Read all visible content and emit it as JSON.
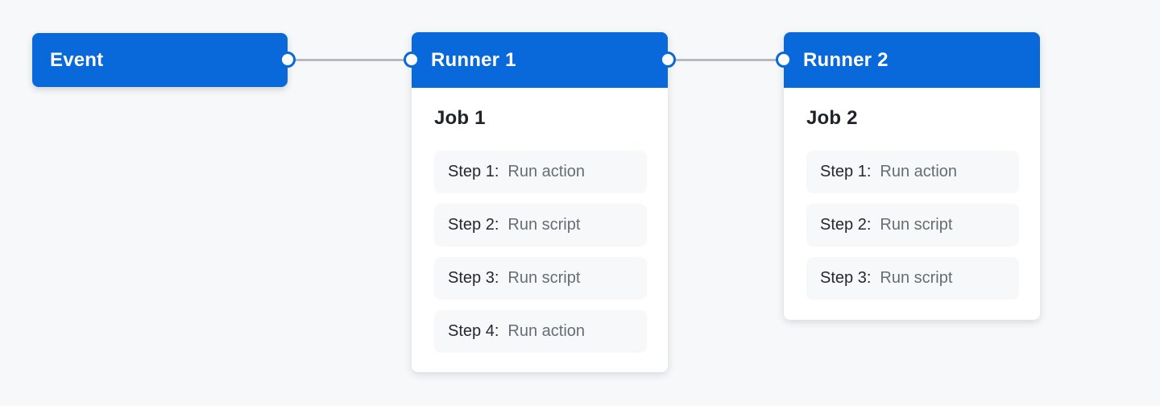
{
  "colors": {
    "page_bg": "#f6f8fa",
    "accent_blue": "#0969da",
    "card_bg": "#ffffff",
    "step_bg": "#f6f8fa",
    "title_text": "#ffffff",
    "heading_text": "#1f2328",
    "step_label_text": "#24292f",
    "step_value_text": "#656d76",
    "connector_line": "#b4bac0",
    "dot_fill": "#ffffff"
  },
  "event": {
    "label": "Event"
  },
  "runners": [
    {
      "title": "Runner 1",
      "job_title": "Job 1",
      "steps": [
        {
          "label": "Step 1:",
          "value": "Run action"
        },
        {
          "label": "Step 2:",
          "value": "Run script"
        },
        {
          "label": "Step 3:",
          "value": "Run script"
        },
        {
          "label": "Step 4:",
          "value": "Run action"
        }
      ]
    },
    {
      "title": "Runner 2",
      "job_title": "Job 2",
      "steps": [
        {
          "label": "Step 1:",
          "value": "Run action"
        },
        {
          "label": "Step 2:",
          "value": "Run script"
        },
        {
          "label": "Step 3:",
          "value": "Run script"
        }
      ]
    }
  ]
}
